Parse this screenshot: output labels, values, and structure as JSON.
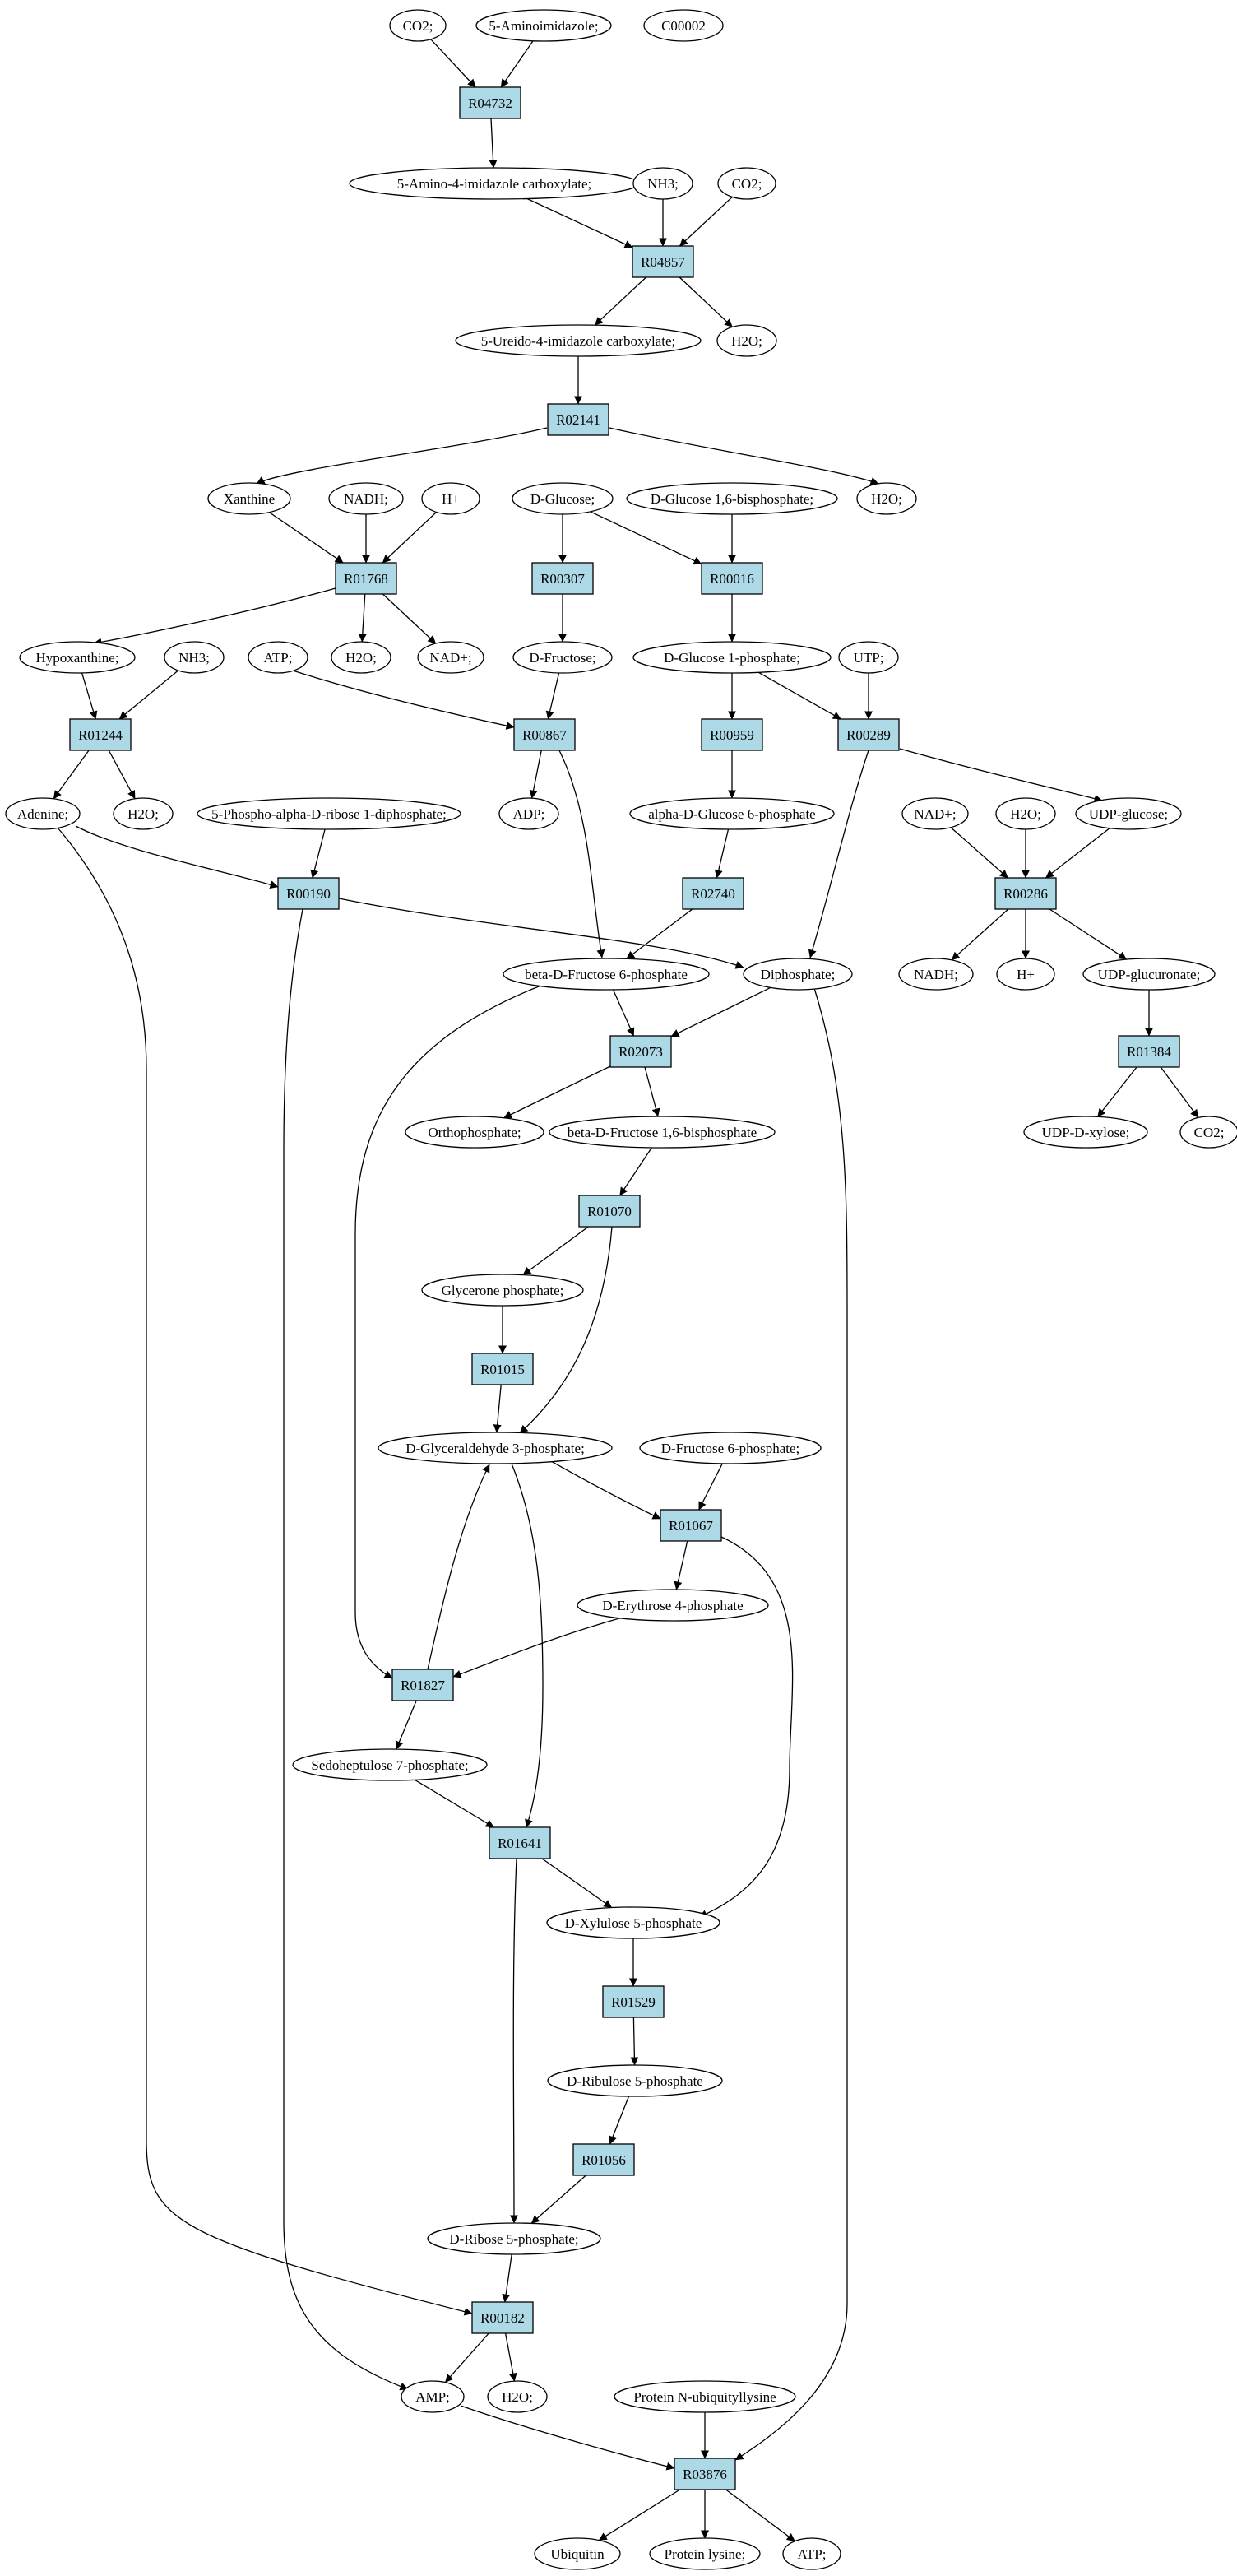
{
  "colors": {
    "reaction_fill": "#add8e6",
    "metabolite_fill": "#ffffff",
    "start_fill": "#00ff00",
    "target_fill": "#ffff00",
    "stroke": "#000000"
  },
  "nodes": [
    {
      "id": "co2_a",
      "label": "CO2;",
      "kind": "met"
    },
    {
      "id": "aminoimid",
      "label": "5-Aminoimidazole;",
      "kind": "met"
    },
    {
      "id": "c00002",
      "label": "C00002",
      "kind": "met",
      "highlight": "target"
    },
    {
      "id": "R04732",
      "label": "R04732",
      "kind": "rxn"
    },
    {
      "id": "aica",
      "label": "5-Amino-4-imidazole carboxylate;",
      "kind": "met"
    },
    {
      "id": "nh3_a",
      "label": "NH3;",
      "kind": "met"
    },
    {
      "id": "co2_b",
      "label": "CO2;",
      "kind": "met"
    },
    {
      "id": "R04857",
      "label": "R04857",
      "kind": "rxn"
    },
    {
      "id": "uica",
      "label": "5-Ureido-4-imidazole carboxylate;",
      "kind": "met"
    },
    {
      "id": "h2o_a",
      "label": "H2O;",
      "kind": "met"
    },
    {
      "id": "R02141",
      "label": "R02141",
      "kind": "rxn"
    },
    {
      "id": "xanthine",
      "label": "Xanthine",
      "kind": "met"
    },
    {
      "id": "nadh_a",
      "label": "NADH;",
      "kind": "met"
    },
    {
      "id": "hplus_a",
      "label": "H+",
      "kind": "met"
    },
    {
      "id": "dglucose",
      "label": "D-Glucose;",
      "kind": "met",
      "highlight": "start"
    },
    {
      "id": "g16bp",
      "label": "D-Glucose 1,6-bisphosphate;",
      "kind": "met"
    },
    {
      "id": "h2o_b",
      "label": "H2O;",
      "kind": "met"
    },
    {
      "id": "R01768",
      "label": "R01768",
      "kind": "rxn"
    },
    {
      "id": "R00307",
      "label": "R00307",
      "kind": "rxn"
    },
    {
      "id": "R00016",
      "label": "R00016",
      "kind": "rxn"
    },
    {
      "id": "hypox",
      "label": "Hypoxanthine;",
      "kind": "met"
    },
    {
      "id": "nh3_b",
      "label": "NH3;",
      "kind": "met"
    },
    {
      "id": "atp_a",
      "label": "ATP;",
      "kind": "met"
    },
    {
      "id": "h2o_c",
      "label": "H2O;",
      "kind": "met"
    },
    {
      "id": "nadp",
      "label": "NAD+;",
      "kind": "met"
    },
    {
      "id": "dfructose",
      "label": "D-Fructose;",
      "kind": "met"
    },
    {
      "id": "g1p",
      "label": "D-Glucose 1-phosphate;",
      "kind": "met"
    },
    {
      "id": "utp",
      "label": "UTP;",
      "kind": "met"
    },
    {
      "id": "R01244",
      "label": "R01244",
      "kind": "rxn"
    },
    {
      "id": "R00867",
      "label": "R00867",
      "kind": "rxn"
    },
    {
      "id": "R00959",
      "label": "R00959",
      "kind": "rxn"
    },
    {
      "id": "R00289",
      "label": "R00289",
      "kind": "rxn"
    },
    {
      "id": "adenine",
      "label": "Adenine;",
      "kind": "met"
    },
    {
      "id": "h2o_d",
      "label": "H2O;",
      "kind": "met"
    },
    {
      "id": "prpp",
      "label": "5-Phospho-alpha-D-ribose 1-diphosphate;",
      "kind": "met"
    },
    {
      "id": "adp",
      "label": "ADP;",
      "kind": "met"
    },
    {
      "id": "ag6p",
      "label": "alpha-D-Glucose 6-phosphate",
      "kind": "met"
    },
    {
      "id": "nadp_b",
      "label": "NAD+;",
      "kind": "met"
    },
    {
      "id": "h2o_e",
      "label": "H2O;",
      "kind": "met"
    },
    {
      "id": "udpglc",
      "label": "UDP-glucose;",
      "kind": "met"
    },
    {
      "id": "R00190",
      "label": "R00190",
      "kind": "rxn"
    },
    {
      "id": "R02740",
      "label": "R02740",
      "kind": "rxn"
    },
    {
      "id": "R00286",
      "label": "R00286",
      "kind": "rxn"
    },
    {
      "id": "bf6p",
      "label": "beta-D-Fructose 6-phosphate",
      "kind": "met"
    },
    {
      "id": "diphos",
      "label": "Diphosphate;",
      "kind": "met"
    },
    {
      "id": "nadh_b",
      "label": "NADH;",
      "kind": "met"
    },
    {
      "id": "hplus_b",
      "label": "H+",
      "kind": "met"
    },
    {
      "id": "udpglcu",
      "label": "UDP-glucuronate;",
      "kind": "met"
    },
    {
      "id": "R02073",
      "label": "R02073",
      "kind": "rxn"
    },
    {
      "id": "R01384",
      "label": "R01384",
      "kind": "rxn"
    },
    {
      "id": "orthophos",
      "label": "Orthophosphate;",
      "kind": "met"
    },
    {
      "id": "bf16bp",
      "label": "beta-D-Fructose 1,6-bisphosphate",
      "kind": "met"
    },
    {
      "id": "udpxyl",
      "label": "UDP-D-xylose;",
      "kind": "met"
    },
    {
      "id": "co2_c",
      "label": "CO2;",
      "kind": "met"
    },
    {
      "id": "R01070",
      "label": "R01070",
      "kind": "rxn"
    },
    {
      "id": "glycerone",
      "label": "Glycerone phosphate;",
      "kind": "met"
    },
    {
      "id": "R01015",
      "label": "R01015",
      "kind": "rxn"
    },
    {
      "id": "g3p",
      "label": "D-Glyceraldehyde 3-phosphate;",
      "kind": "met"
    },
    {
      "id": "df6p",
      "label": "D-Fructose 6-phosphate;",
      "kind": "met"
    },
    {
      "id": "R01067",
      "label": "R01067",
      "kind": "rxn"
    },
    {
      "id": "e4p",
      "label": "D-Erythrose 4-phosphate",
      "kind": "met"
    },
    {
      "id": "R01827",
      "label": "R01827",
      "kind": "rxn"
    },
    {
      "id": "s7p",
      "label": "Sedoheptulose 7-phosphate;",
      "kind": "met"
    },
    {
      "id": "R01641",
      "label": "R01641",
      "kind": "rxn"
    },
    {
      "id": "x5p",
      "label": "D-Xylulose 5-phosphate",
      "kind": "met"
    },
    {
      "id": "R01529",
      "label": "R01529",
      "kind": "rxn"
    },
    {
      "id": "ru5p",
      "label": "D-Ribulose 5-phosphate",
      "kind": "met"
    },
    {
      "id": "R01056",
      "label": "R01056",
      "kind": "rxn"
    },
    {
      "id": "r5p",
      "label": "D-Ribose 5-phosphate;",
      "kind": "met"
    },
    {
      "id": "R00182",
      "label": "R00182",
      "kind": "rxn"
    },
    {
      "id": "amp",
      "label": "AMP;",
      "kind": "met"
    },
    {
      "id": "h2o_f",
      "label": "H2O;",
      "kind": "met"
    },
    {
      "id": "protnub",
      "label": "Protein N-ubiquityllysine",
      "kind": "met"
    },
    {
      "id": "R03876",
      "label": "R03876",
      "kind": "rxn"
    },
    {
      "id": "ubiquitin",
      "label": "Ubiquitin",
      "kind": "met"
    },
    {
      "id": "protlys",
      "label": "Protein lysine;",
      "kind": "met"
    },
    {
      "id": "atp_b",
      "label": "ATP;",
      "kind": "met"
    }
  ]
}
